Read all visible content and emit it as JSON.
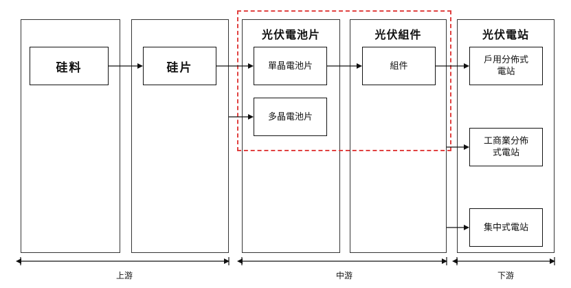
{
  "columns": {
    "col1_title": "",
    "col2_title": "",
    "cell_title": "光伏電池片",
    "module_title": "光伏組件",
    "station_title": "光伏電站"
  },
  "nodes": {
    "silicon_material": "硅料",
    "wafer": "硅片",
    "mono_cell": "單晶電池片",
    "poly_cell": "多晶電池片",
    "module": "組件",
    "household": "戶用分佈式電站",
    "commercial": "工商業分佈式電站",
    "centralized": "集中式電站"
  },
  "stages": {
    "upstream": "上游",
    "midstream": "中游",
    "downstream": "下游"
  },
  "colors": {
    "highlight_dash": "#e0403f",
    "line": "#111111"
  }
}
